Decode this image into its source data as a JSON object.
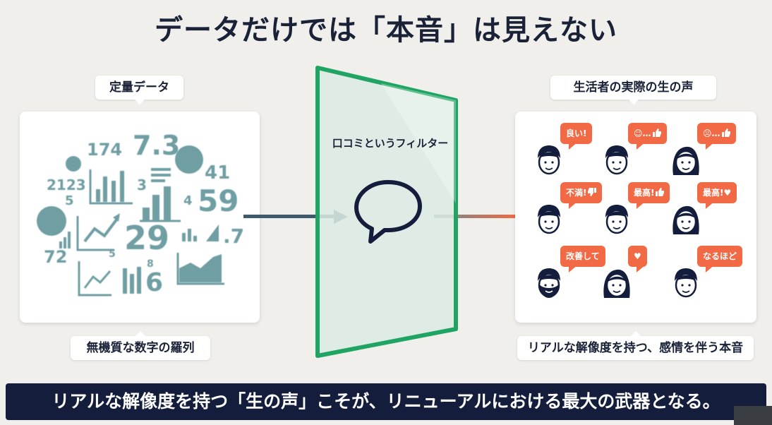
{
  "title": "データだけでは「本音」は見えない",
  "left": {
    "top_label": "定量データ",
    "bottom_label": "無機質な数字の羅列",
    "numbers": [
      "174",
      "7.3",
      "41",
      "2123",
      "3",
      "5",
      "4",
      "59",
      "29",
      ".7",
      "72",
      "5",
      "8",
      "6"
    ]
  },
  "center": {
    "filter_label": "口コミというフィルター",
    "icon": "speech-bubble-icon"
  },
  "right": {
    "top_label": "生活者の実際の生の声",
    "bottom_label": "リアルな解像度を持つ、感情を伴う本音",
    "voices": [
      {
        "text": "良い!",
        "icon": ""
      },
      {
        "text": "☺…",
        "icon": "thumbs-up"
      },
      {
        "text": "☹…",
        "icon": "thumbs-up"
      },
      {
        "text": "不満!",
        "icon": "thumbs-down"
      },
      {
        "text": "最高!",
        "icon": "thumbs-up"
      },
      {
        "text": "最高!♥",
        "icon": ""
      },
      {
        "text": "改善して",
        "icon": ""
      },
      {
        "text": "♥",
        "icon": ""
      },
      {
        "text": "なるほど",
        "icon": ""
      }
    ]
  },
  "footer": "リアルな解像度を持つ「生の声」こそが、リニューアルにおける最大の武器となる。",
  "colors": {
    "navy": "#141e3c",
    "accent": "#f26a45",
    "teal": "#6f9ea3",
    "green": "#1fa463",
    "arrow": "#3d5a6c"
  }
}
